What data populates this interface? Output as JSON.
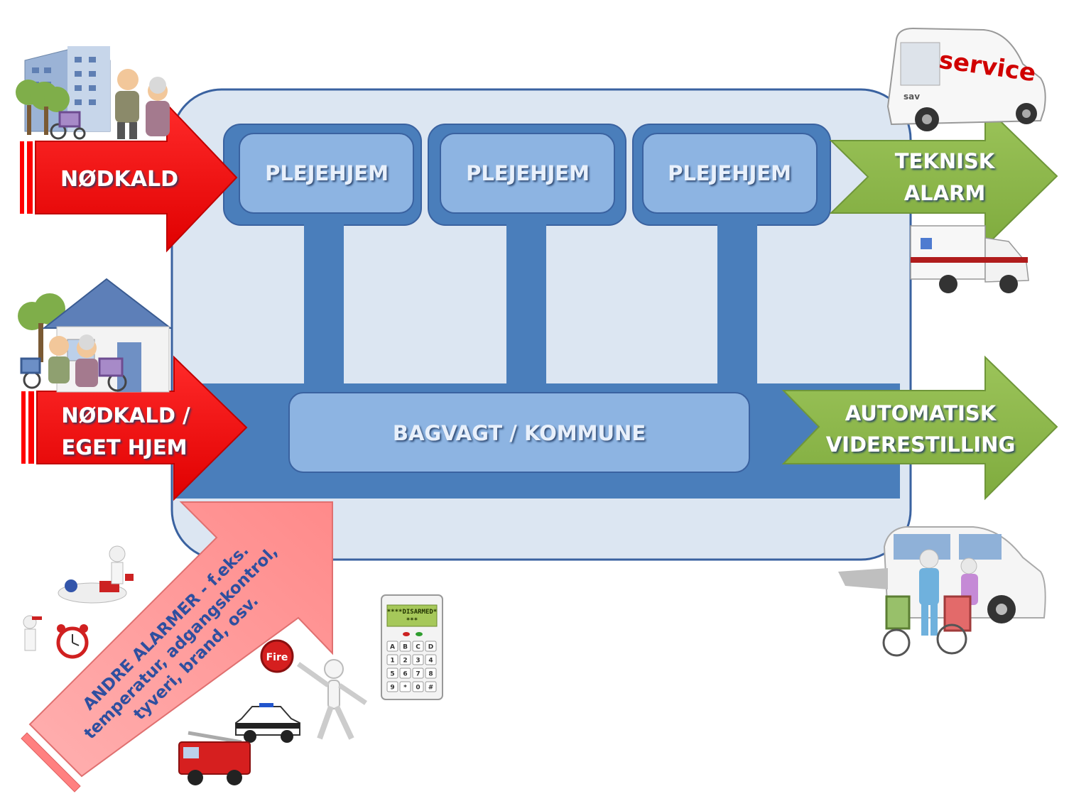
{
  "nodes": {
    "plejehjem_1": "PLEJEHJEM",
    "plejehjem_2": "PLEJEHJEM",
    "plejehjem_3": "PLEJEHJEM",
    "bagvagt": "BAGVAGT / KOMMUNE"
  },
  "arrows": {
    "nodkald": "NØDKALD",
    "nodkald_eget_hjem": [
      "NØDKALD /",
      "EGET HJEM"
    ],
    "teknisk_alarm": [
      "TEKNISK",
      "ALARM"
    ],
    "automatisk_viderestilling": [
      "AUTOMATISK",
      "VIDERESTILLING"
    ],
    "andre_alarmer": [
      "ANDRE ALARMER -  f.eks.",
      "temperatur, adgangskontrol,",
      "tyveri, brand, osv."
    ]
  },
  "illustrations": {
    "service_van_text": "service",
    "service_van_small_text": "sav",
    "fire_button_text": "Fire",
    "keypad_display": [
      "****DISARMED*",
      "***"
    ],
    "keypad_keys": [
      "A",
      "B",
      "C",
      "D",
      "1",
      "2",
      "3",
      "4",
      "5",
      "6",
      "7",
      "8",
      "9",
      "*",
      "0",
      "#"
    ]
  },
  "icons": [
    "nursing-home-building-icon",
    "elderly-couple-icon",
    "house-icon",
    "wheelchair-icon",
    "service-van-icon",
    "ambulance-icon",
    "accessible-van-icon",
    "injured-person-icon",
    "alarm-clock-icon",
    "fire-button-icon",
    "police-car-icon",
    "fire-truck-icon",
    "alarm-keypad-icon"
  ],
  "colors": {
    "container_fill": "#dce6f2",
    "container_stroke": "#3a62a0",
    "frame_blue": "#4a7ebb",
    "box_fill": "#8db4e2",
    "text_light": "#e8f0fb",
    "text_shadow": "#1f3864",
    "red_arrow": "#ff0000",
    "green_arrow": "#8db84a",
    "pink_arrow": "#ff9999",
    "pink_text": "#2f4f9f"
  }
}
